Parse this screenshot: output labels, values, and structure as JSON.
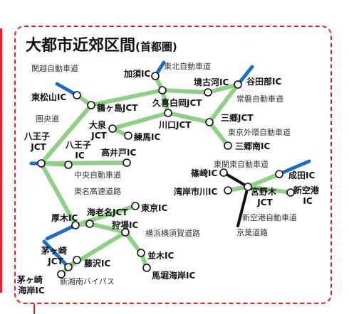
{
  "title": {
    "main": "大都市近郊区間",
    "sub": "(首都圏)"
  },
  "colors": {
    "frame": "#e0202a",
    "route": "#8fcf86",
    "external_route": "#1a6fc4",
    "keiyo_road": "#111111",
    "node_fill": "#ffffff",
    "node_stroke": "#111111"
  },
  "routes": [
    {
      "name": "関越自動車道",
      "lines": [
        [
          "higashi-matsuyama",
          "tsurugashima"
        ]
      ],
      "external": [
        [
          "higashi-matsuyama",
          "kanetsu-ext"
        ]
      ]
    },
    {
      "name": "圏央道",
      "lines": [
        [
          "tsurugashima",
          "kuki-shiraoka"
        ],
        [
          "kuki-shiraoka",
          "sakai-koga"
        ],
        [
          "sakai-koga",
          "yatabe"
        ],
        [
          "tsurugashima",
          "hachioji-jct"
        ],
        [
          "hachioji-jct",
          "atsugi"
        ],
        [
          "atsugi",
          "ebina"
        ],
        [
          "ebina",
          "samukawa"
        ],
        [
          "samukawa",
          "chigasaki-jct"
        ]
      ],
      "external": [
        [
          "yatabe",
          "yatabe-ext"
        ]
      ]
    },
    {
      "name": "東北自動車道",
      "lines": [
        [
          "kazo",
          "kuki-shiraoka"
        ],
        [
          "kuki-shiraoka",
          "kawaguchi"
        ]
      ],
      "external": [
        [
          "kazo",
          "tohoku-ext"
        ]
      ]
    },
    {
      "name": "常磐自動車道",
      "lines": [
        [
          "yatabe",
          "misato-jct"
        ]
      ],
      "external": []
    },
    {
      "name": "東京外環自動車道",
      "lines": [
        [
          "oizumi",
          "kawaguchi"
        ],
        [
          "kawaguchi",
          "misato-jct"
        ],
        [
          "misato-jct",
          "misato-minami"
        ],
        [
          "oizumi",
          "nerima"
        ]
      ],
      "external": []
    },
    {
      "name": "中央自動車道",
      "lines": [
        [
          "hachioji-ic",
          "hachioji-jct"
        ],
        [
          "hachioji-jct",
          "takaido"
        ]
      ],
      "external": [
        [
          "hachioji-jct",
          "chuo-ext"
        ]
      ]
    },
    {
      "name": "東名高速道路",
      "lines": [
        [
          "atsugi",
          "tokyo-ic"
        ]
      ],
      "external": [
        [
          "atsugi",
          "tomei-ext"
        ]
      ]
    },
    {
      "name": "横浜横須賀道路",
      "lines": [
        [
          "samukawa",
          "namiki"
        ],
        [
          "namiki",
          "magaki"
        ]
      ],
      "external": []
    },
    {
      "name": "東関東自動車道",
      "lines": [
        [
          "wangan-ichikawa",
          "miyanogi"
        ],
        [
          "miyanogi",
          "narita"
        ]
      ],
      "external": [
        [
          "narita",
          "higashikanto-ext"
        ]
      ]
    },
    {
      "name": "新空港自動車道",
      "lines": [
        [
          "miyanogi",
          "shinkuko"
        ]
      ],
      "external": []
    },
    {
      "name": "新湘南バイパス",
      "lines": [
        [
          "fujisawa",
          "chigasaki-jct"
        ],
        [
          "chigasaki-jct",
          "chigasaki-kaigan"
        ]
      ],
      "external": [
        [
          "chigasaki-jct",
          "odawara-ext"
        ]
      ]
    }
  ],
  "keiyo_road": {
    "name": "京葉道路",
    "lines": [
      [
        "shinozaki",
        "miyanogi"
      ],
      [
        "miyanogi",
        "keiyo-ext"
      ]
    ]
  },
  "nodes": [
    {
      "id": "higashi-matsuyama",
      "label": "東松山IC"
    },
    {
      "id": "tsurugashima",
      "label": "鶴ヶ島JCT"
    },
    {
      "id": "kazo",
      "label": "加須IC"
    },
    {
      "id": "kuki-shiraoka",
      "label": "久喜白岡JCT"
    },
    {
      "id": "sakai-koga",
      "label": "境古河IC"
    },
    {
      "id": "yatabe",
      "label": "谷田部IC"
    },
    {
      "id": "misato-jct",
      "label": "三郷JCT"
    },
    {
      "id": "misato-minami",
      "label": "三郷南IC"
    },
    {
      "id": "oizumi",
      "label": "大泉JCT"
    },
    {
      "id": "nerima",
      "label": "練馬IC"
    },
    {
      "id": "kawaguchi",
      "label": "川口JCT"
    },
    {
      "id": "hachioji-jct",
      "label": "八王子JCT"
    },
    {
      "id": "hachioji-ic",
      "label": "八王子IC"
    },
    {
      "id": "takaido",
      "label": "高井戸IC"
    },
    {
      "id": "shinozaki",
      "label": "篠崎IC"
    },
    {
      "id": "wangan-ichikawa",
      "label": "湾岸市川IC"
    },
    {
      "id": "miyanogi",
      "label": "宮野木JCT"
    },
    {
      "id": "narita",
      "label": "成田IC"
    },
    {
      "id": "shinkuko",
      "label": "新空港IC"
    },
    {
      "id": "tokyo-ic",
      "label": "東京IC"
    },
    {
      "id": "ebina",
      "label": "海老名JCT"
    },
    {
      "id": "atsugi",
      "label": "厚木IC"
    },
    {
      "id": "samukawa",
      "label": "狩場IC"
    },
    {
      "id": "namiki",
      "label": "並木IC"
    },
    {
      "id": "magaki",
      "label": "馬堀海岸IC"
    },
    {
      "id": "chigasaki-jct",
      "label": "茅ヶ崎JCT"
    },
    {
      "id": "fujisawa",
      "label": "藤沢IC"
    },
    {
      "id": "chigasaki-kaigan",
      "label": "茅ヶ崎海岸IC"
    }
  ]
}
